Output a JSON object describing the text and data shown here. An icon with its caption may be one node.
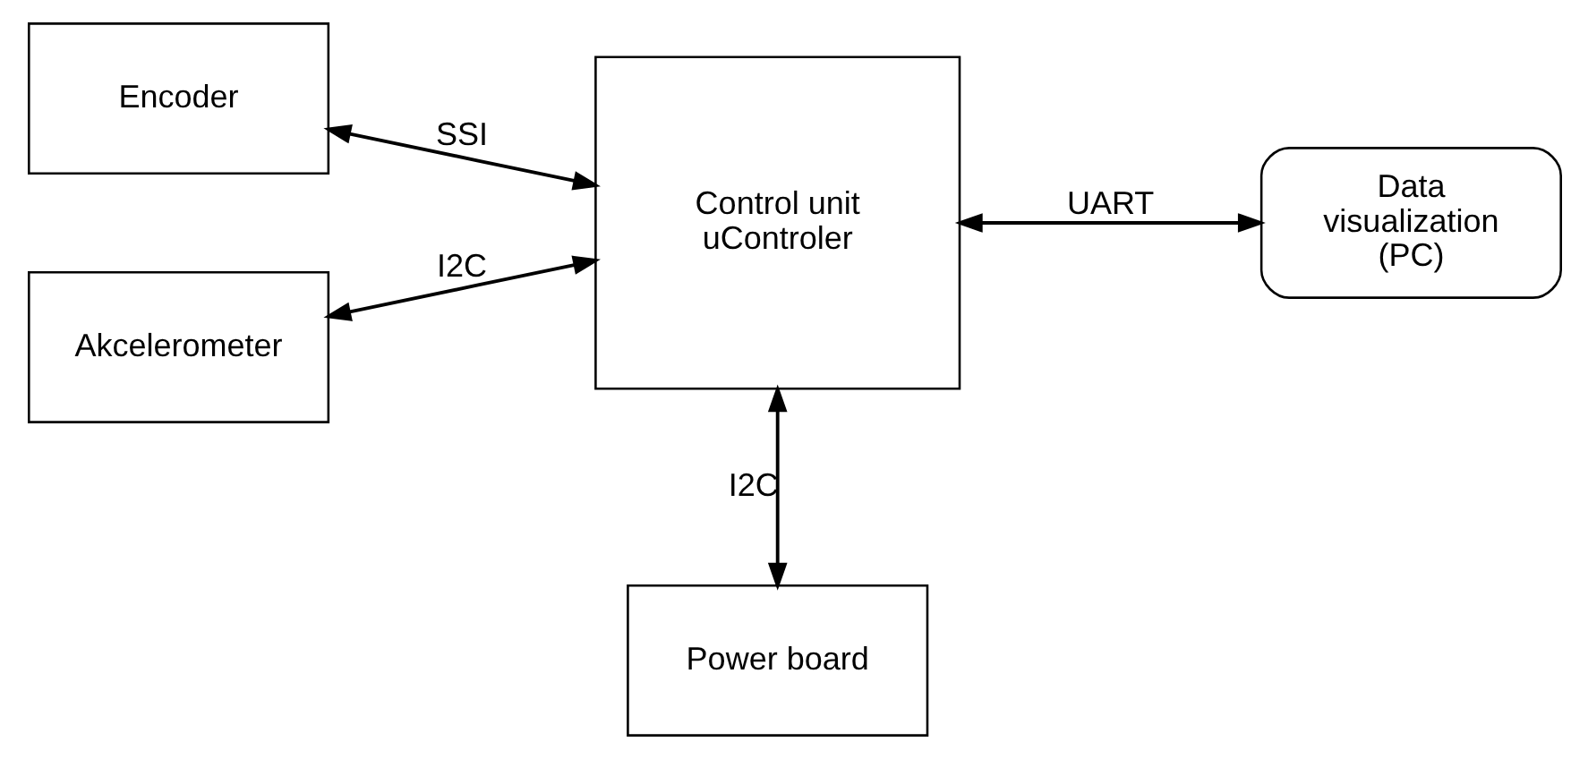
{
  "diagram": {
    "nodes": [
      {
        "text": [
          "Encoder"
        ]
      },
      {
        "text": [
          "Akcelerometer"
        ]
      },
      {
        "text": [
          "Control unit uControler"
        ]
      },
      {
        "text": [
          "Data visualization (PC)"
        ]
      },
      {
        "text": [
          "Power board"
        ]
      }
    ],
    "edges": [
      {
        "from": 0,
        "to": 2,
        "arrow": "both",
        "label": "SSI"
      },
      {
        "from": 1,
        "to": 2,
        "arrow": "both",
        "label": "I2C"
      },
      {
        "from": 2,
        "to": 3,
        "arrow": "both",
        "label": "UART"
      },
      {
        "from": 2,
        "to": 4,
        "arrow": "both",
        "label": "I2C"
      }
    ]
  }
}
